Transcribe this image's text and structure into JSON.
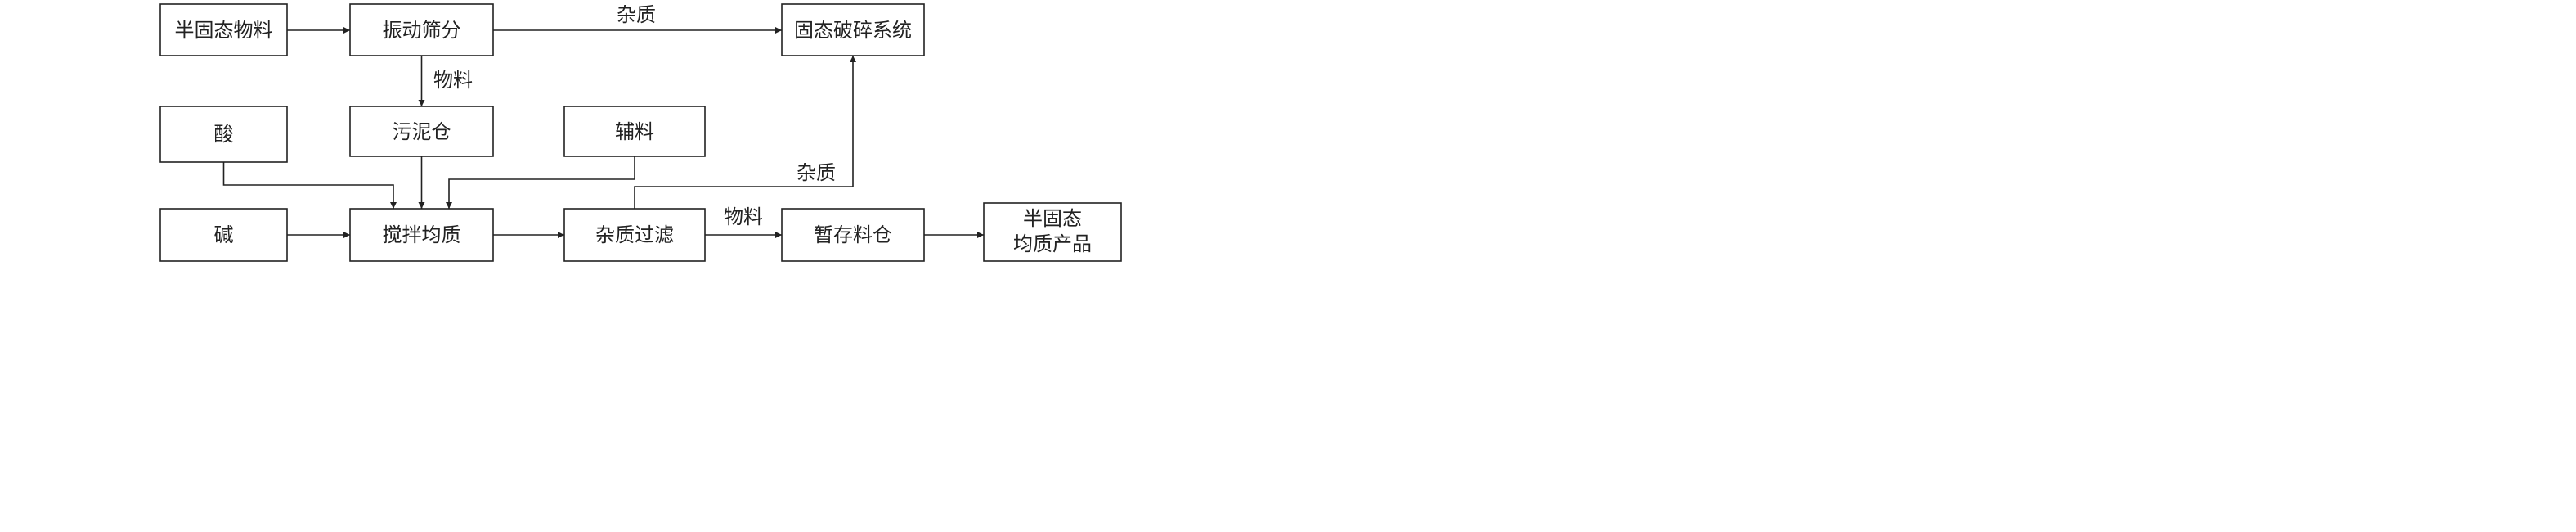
{
  "diagram": {
    "nodes": {
      "semi_solid": "半固态物料",
      "vibration": "振动筛分",
      "crusher": "固态破碎系统",
      "acid": "酸",
      "sludge_bin": "污泥仓",
      "auxiliary": "辅料",
      "alkali": "碱",
      "mixing": "搅拌均质",
      "filter": "杂质过滤",
      "temp_bin": "暂存料仓",
      "product_line1": "半固态",
      "product_line2": "均质产品"
    },
    "edge_labels": {
      "impurity_top": "杂质",
      "material_down": "物料",
      "impurity_filter": "杂质",
      "material_right": "物料"
    }
  }
}
